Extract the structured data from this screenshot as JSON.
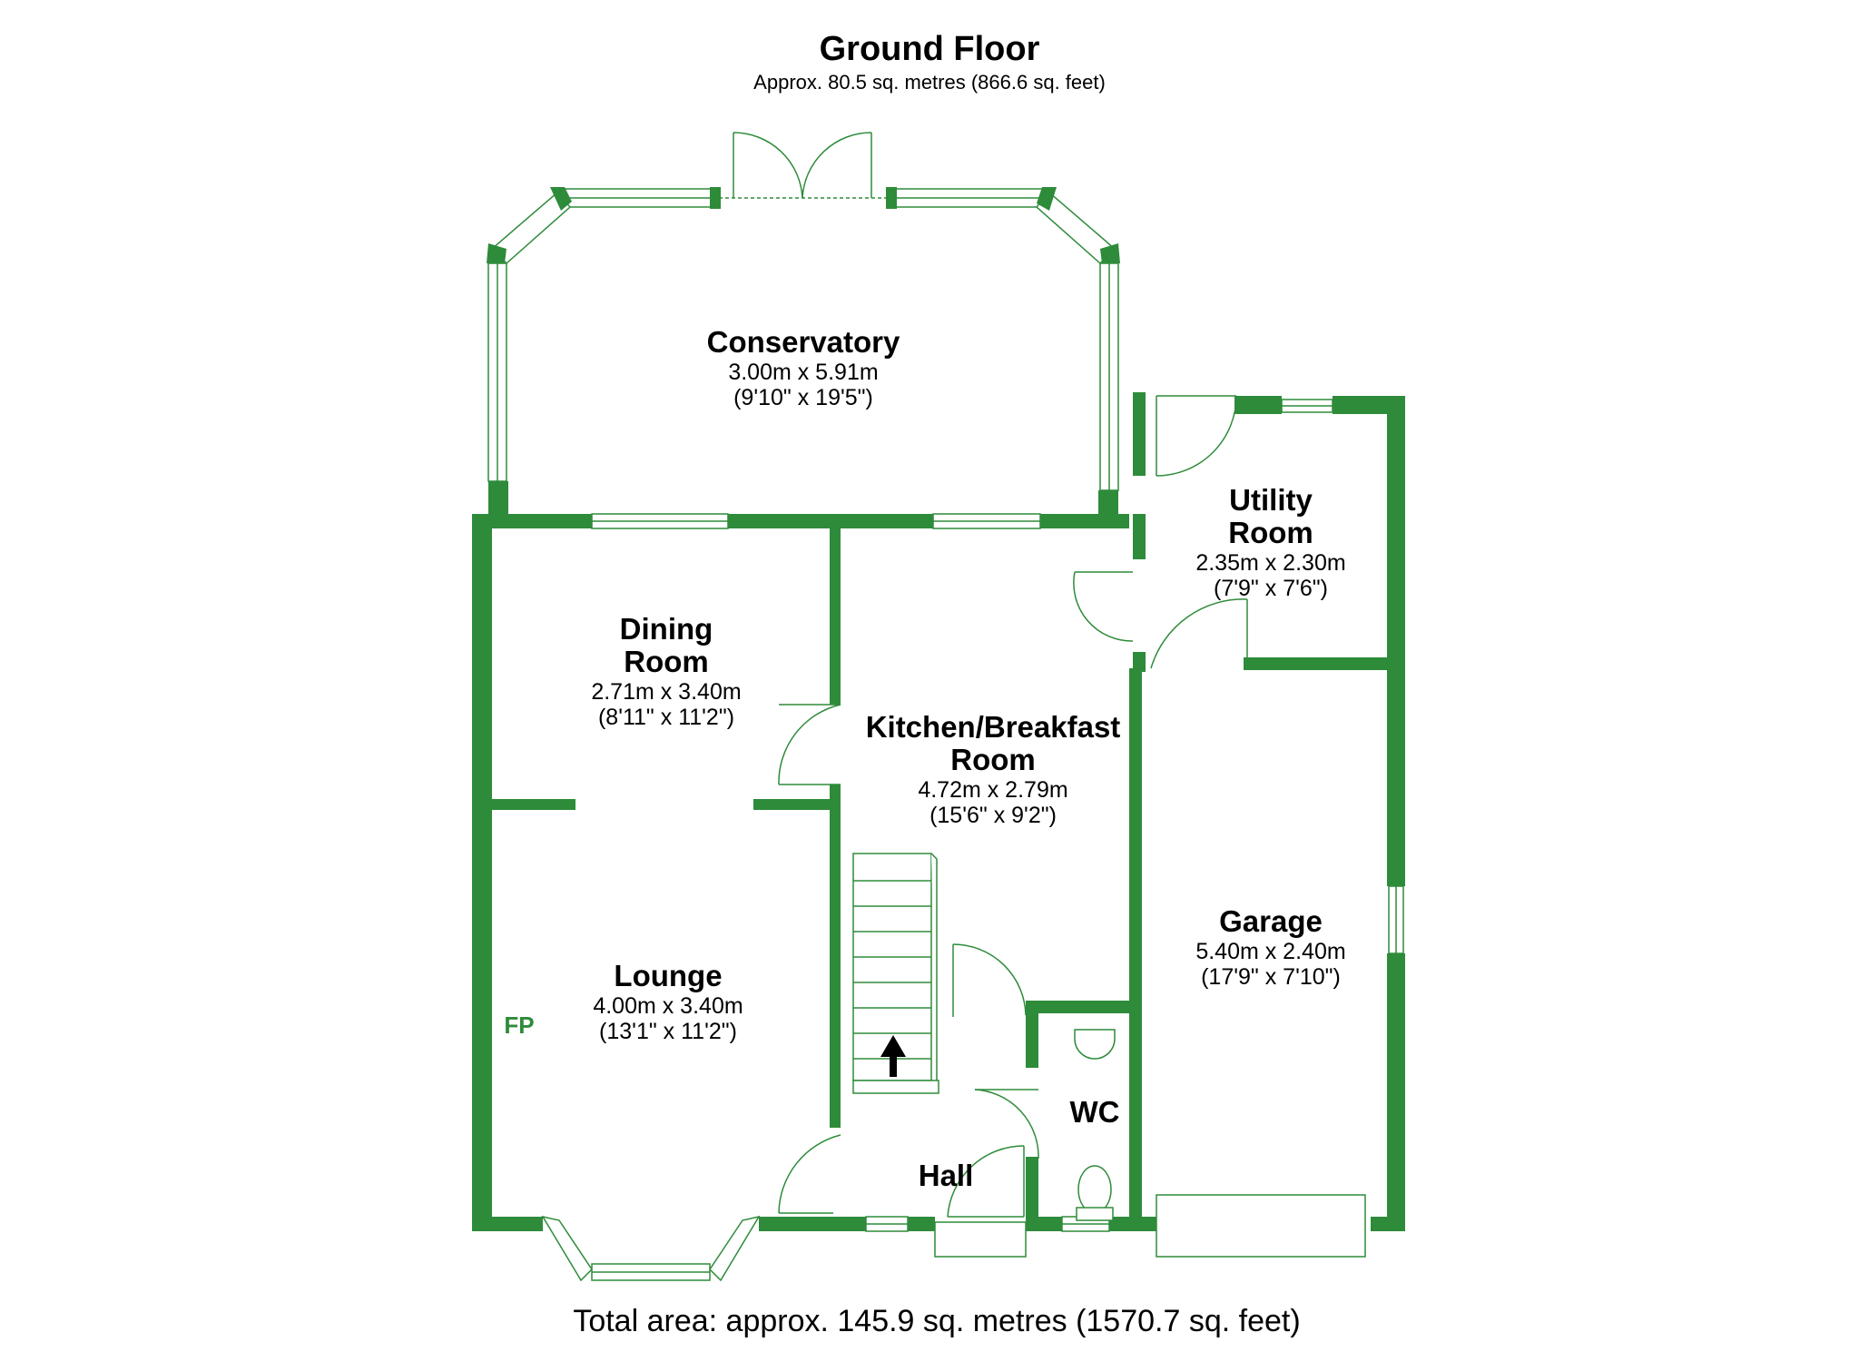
{
  "plan": {
    "title": "Ground Floor",
    "subtitle": "Approx. 80.5 sq. metres (866.6 sq. feet)",
    "total_area": "Total area: approx. 145.9 sq. metres (1570.7 sq. feet)",
    "fireplace_label": "FP",
    "wall_color": "#2e8b3a",
    "fixture_color": "#2e8b3a"
  },
  "rooms": {
    "conservatory": {
      "name": "Conservatory",
      "metric": "3.00m x 5.91m",
      "imperial": "(9'10\" x 19'5\")"
    },
    "utility": {
      "name_line1": "Utility",
      "name_line2": "Room",
      "metric": "2.35m x 2.30m",
      "imperial": "(7'9\" x 7'6\")"
    },
    "dining": {
      "name_line1": "Dining",
      "name_line2": "Room",
      "metric": "2.71m x 3.40m",
      "imperial": "(8'11\" x 11'2\")"
    },
    "kitchen": {
      "name_line1": "Kitchen/Breakfast",
      "name_line2": "Room",
      "metric": "4.72m x 2.79m",
      "imperial": "(15'6\" x 9'2\")"
    },
    "lounge": {
      "name": "Lounge",
      "metric": "4.00m x 3.40m",
      "imperial": "(13'1\" x 11'2\")"
    },
    "garage": {
      "name": "Garage",
      "metric": "5.40m x 2.40m",
      "imperial": "(17'9\" x 7'10\")"
    },
    "wc": {
      "name": "WC"
    },
    "hall": {
      "name": "Hall"
    }
  }
}
